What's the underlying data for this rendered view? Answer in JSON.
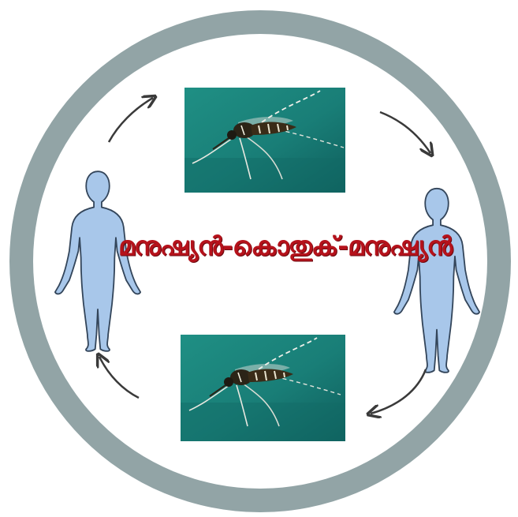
{
  "diagram": {
    "title": "മനുഷ്യൻ-കൊതുക്-മനുഷ്യൻ",
    "nodes": [
      {
        "id": "mosquito-top",
        "kind": "mosquito-photo"
      },
      {
        "id": "human-right",
        "kind": "human-figure"
      },
      {
        "id": "mosquito-bottom",
        "kind": "mosquito-photo"
      },
      {
        "id": "human-left",
        "kind": "human-figure"
      }
    ],
    "edges": [
      {
        "from": "human-left",
        "to": "mosquito-top"
      },
      {
        "from": "mosquito-top",
        "to": "human-right"
      },
      {
        "from": "human-right",
        "to": "mosquito-bottom"
      },
      {
        "from": "mosquito-bottom",
        "to": "human-left"
      }
    ],
    "colors": {
      "ring": "#92a4a6",
      "ring_inner": "#ffffff",
      "human_fill": "#a8c7ea",
      "human_stroke": "#33455a",
      "photo_bg": "#1c8c82",
      "title_text": "#b5121b",
      "arrow": "#3a3a3a"
    },
    "icons": [
      "cycle-arrow-icon",
      "human-figure-icon",
      "mosquito-icon"
    ]
  }
}
